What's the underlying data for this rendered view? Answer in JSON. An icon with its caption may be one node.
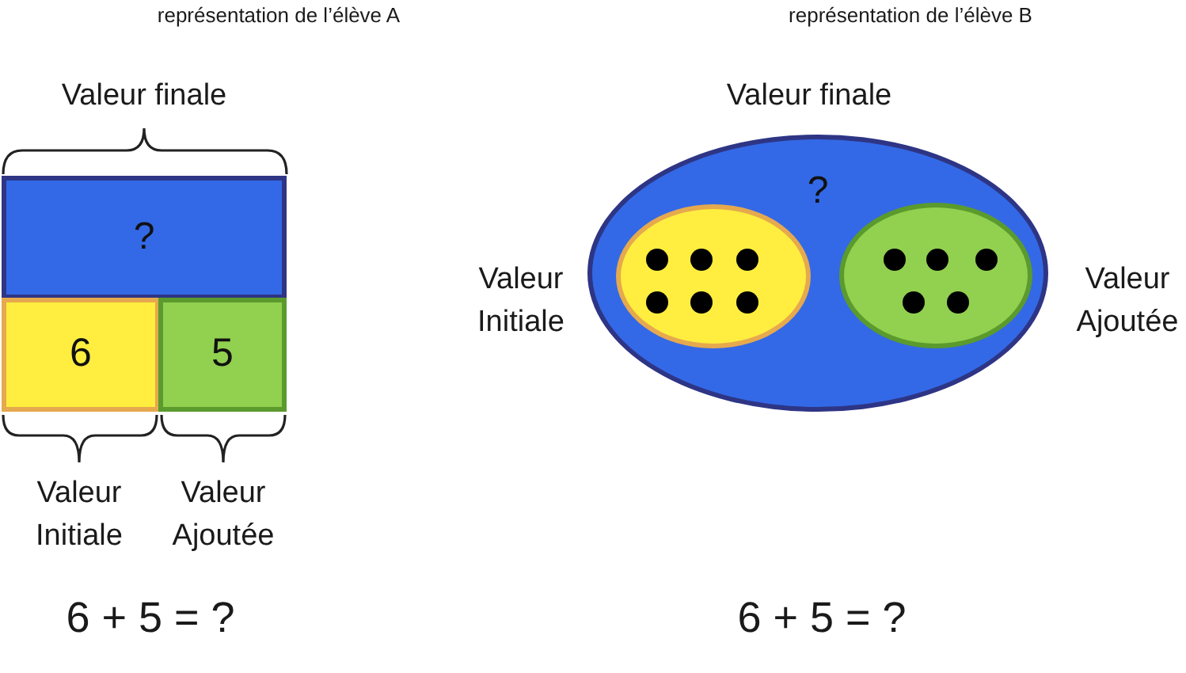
{
  "diagram": {
    "nodes": [
      {
        "text": [
          "?"
        ]
      },
      {
        "text": [
          "6"
        ]
      },
      {
        "text": [
          "5"
        ]
      },
      {
        "text": [
          "?"
        ],
        "beside": [
          "Valeur finale"
        ]
      },
      {
        "text": [],
        "shape": "ellipse",
        "in": 3,
        "beside": [
          "Valeur Initiale"
        ]
      },
      {
        "text": [],
        "shape": "ellipse",
        "in": 3,
        "beside": [
          "Valeur Ajoutée"
        ]
      }
    ],
    "labels": [
      "représentation de l’élève A",
      "représentation de l’élève B",
      "Valeur finale",
      "Valeur Initiale",
      "Valeur Ajoutée",
      "6 + 5 = ?",
      "6 + 5 = ?"
    ]
  }
}
